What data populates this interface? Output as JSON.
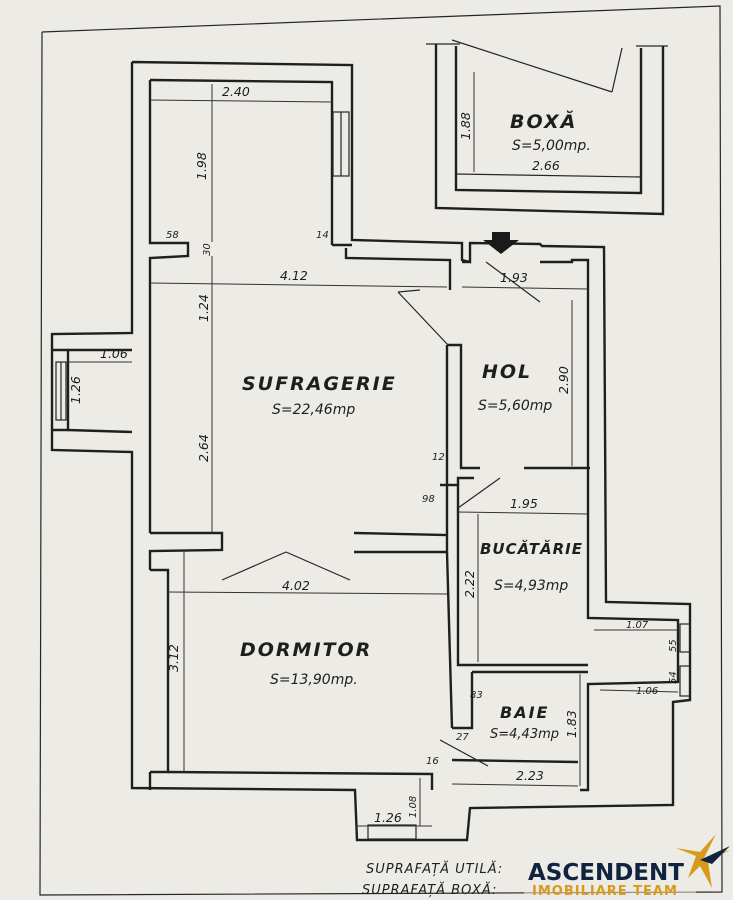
{
  "rooms": {
    "boxa": {
      "name": "BOXĂ",
      "area": "S=5,00mp."
    },
    "sufragerie": {
      "name": "SUFRAGERIE",
      "area": "S=22,46mp"
    },
    "hol": {
      "name": "HOL",
      "area": "S=5,60mp"
    },
    "bucatarie": {
      "name": "BUCĂTĂRIE",
      "area": "S=4,93mp"
    },
    "dormitor": {
      "name": "DORMITOR",
      "area": "S=13,90mp."
    },
    "baie": {
      "name": "BAIE",
      "area": "S=4,43mp"
    }
  },
  "dimensions": {
    "boxa_height": "1.88",
    "boxa_width": "2.66",
    "top_width": "2.40",
    "top_height": "1.98",
    "d58": "58",
    "d30": "30",
    "d14": "14",
    "sufragerie_width": "4.12",
    "hol_width": "1.93",
    "sufragerie_h1": "1.24",
    "window_left_width": "1.06",
    "window_left_height": "1.26",
    "hol_height": "2.90",
    "sufragerie_h2": "2.64",
    "d12": "12",
    "d98": "98",
    "bucatarie_width": "1.95",
    "bucatarie_height": "2.22",
    "dormitor_width": "4.02",
    "dormitor_height": "3.12",
    "kitchen_window": "1.07",
    "d55": "55",
    "bath_window": "1.06",
    "d54": "54",
    "d83": "83",
    "baie_height": "1.83",
    "d27": "27",
    "d16": "16",
    "baie_width": "2.23",
    "bottom_niche_height": "1.08",
    "bottom_niche_width": "1.26"
  },
  "footer": {
    "useful_label": "SUPRAFAȚĂ UTILĂ:",
    "useful_value": "",
    "storage_label": "SUPRAFAȚĂ BOXĂ:",
    "storage_value": ""
  },
  "logo": {
    "name": "ASCENDENT",
    "tagline": "IMOBILIARE TEAM",
    "colors": {
      "primary": "#10233f",
      "accent": "#d89a1a"
    }
  },
  "icons": {
    "entrance": "entrance-arrow-icon",
    "logo_star": "star-icon"
  }
}
